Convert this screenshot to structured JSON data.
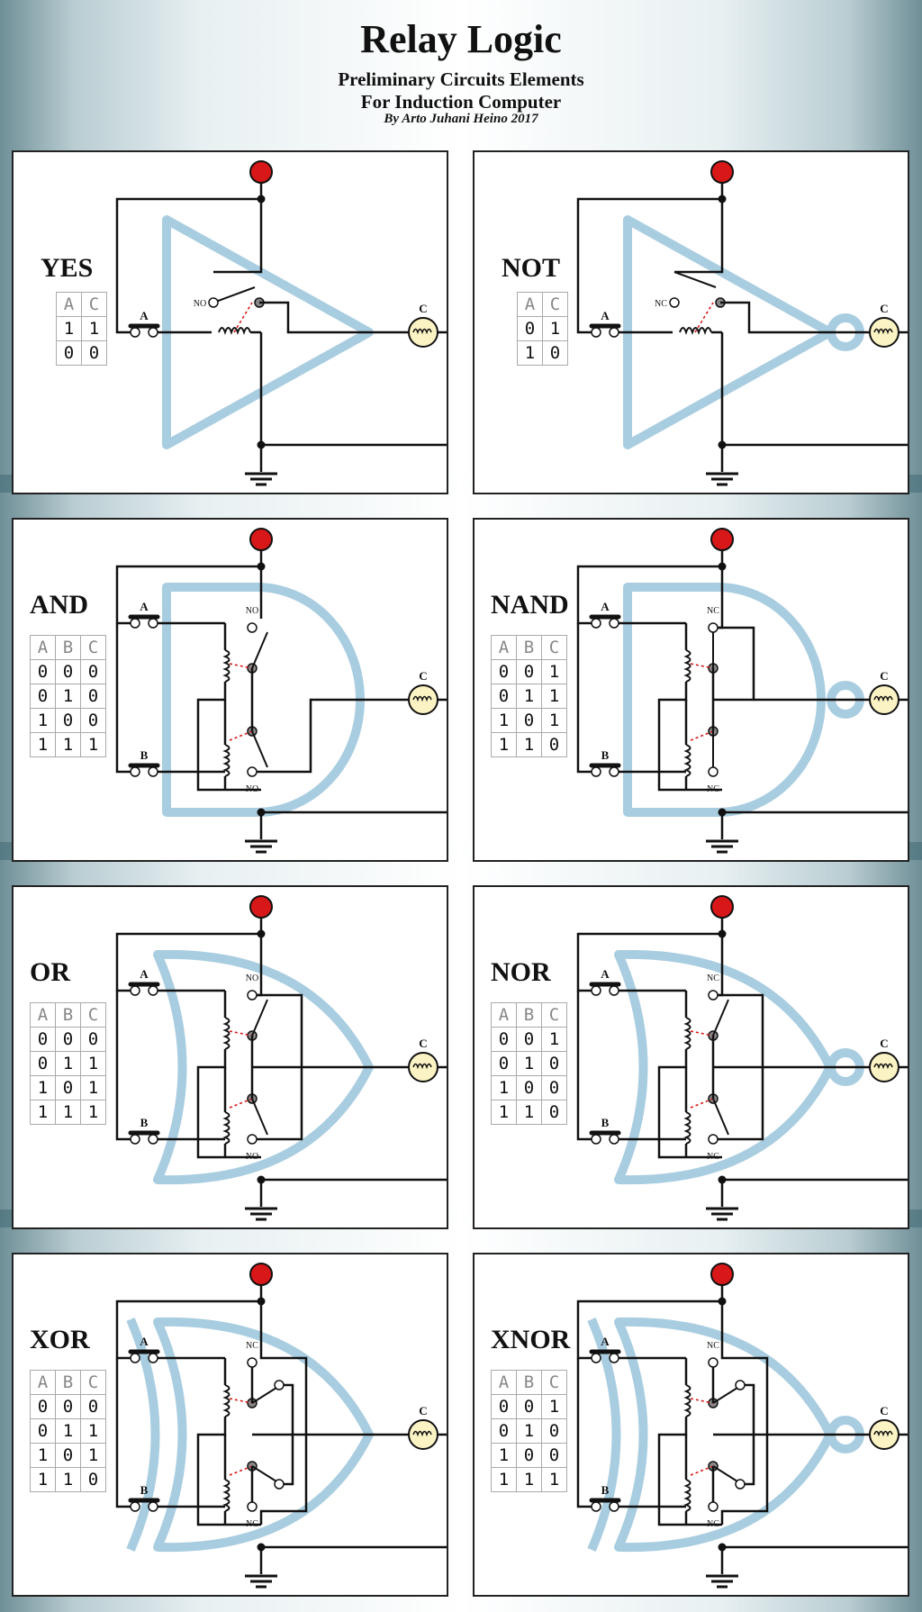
{
  "header": {
    "title": "Relay Logic",
    "subtitle1": "Preliminary Circuits Elements",
    "subtitle2": "For Induction Computer",
    "author": "By Arto Juhani Heino 2017"
  },
  "gates": [
    {
      "name": "YES",
      "type": "buffer",
      "contact": "NO",
      "inputs": [
        "A"
      ],
      "cols": [
        "A",
        "C"
      ],
      "rows": [
        [
          "1",
          "1"
        ],
        [
          "0",
          "0"
        ]
      ]
    },
    {
      "name": "NOT",
      "type": "not",
      "contact": "NC",
      "inputs": [
        "A"
      ],
      "cols": [
        "A",
        "C"
      ],
      "rows": [
        [
          "0",
          "1"
        ],
        [
          "1",
          "0"
        ]
      ]
    },
    {
      "name": "AND",
      "type": "and",
      "contact": "NO",
      "inputs": [
        "A",
        "B"
      ],
      "cols": [
        "A",
        "B",
        "C"
      ],
      "rows": [
        [
          "0",
          "0",
          "0"
        ],
        [
          "0",
          "1",
          "0"
        ],
        [
          "1",
          "0",
          "0"
        ],
        [
          "1",
          "1",
          "1"
        ]
      ]
    },
    {
      "name": "NAND",
      "type": "nand",
      "contact": "NC",
      "inputs": [
        "A",
        "B"
      ],
      "cols": [
        "A",
        "B",
        "C"
      ],
      "rows": [
        [
          "0",
          "0",
          "1"
        ],
        [
          "0",
          "1",
          "1"
        ],
        [
          "1",
          "0",
          "1"
        ],
        [
          "1",
          "1",
          "0"
        ]
      ]
    },
    {
      "name": "OR",
      "type": "or",
      "contact": "NO",
      "inputs": [
        "A",
        "B"
      ],
      "cols": [
        "A",
        "B",
        "C"
      ],
      "rows": [
        [
          "0",
          "0",
          "0"
        ],
        [
          "0",
          "1",
          "1"
        ],
        [
          "1",
          "0",
          "1"
        ],
        [
          "1",
          "1",
          "1"
        ]
      ]
    },
    {
      "name": "NOR",
      "type": "nor",
      "contact": "NC",
      "inputs": [
        "A",
        "B"
      ],
      "cols": [
        "A",
        "B",
        "C"
      ],
      "rows": [
        [
          "0",
          "0",
          "1"
        ],
        [
          "0",
          "1",
          "0"
        ],
        [
          "1",
          "0",
          "0"
        ],
        [
          "1",
          "1",
          "0"
        ]
      ]
    },
    {
      "name": "XOR",
      "type": "xor",
      "contact": "NC",
      "inputs": [
        "A",
        "B"
      ],
      "cols": [
        "A",
        "B",
        "C"
      ],
      "rows": [
        [
          "0",
          "0",
          "0"
        ],
        [
          "0",
          "1",
          "1"
        ],
        [
          "1",
          "0",
          "1"
        ],
        [
          "1",
          "1",
          "0"
        ]
      ]
    },
    {
      "name": "XNOR",
      "type": "xnor",
      "contact": "NC",
      "inputs": [
        "A",
        "B"
      ],
      "cols": [
        "A",
        "B",
        "C"
      ],
      "rows": [
        [
          "0",
          "0",
          "1"
        ],
        [
          "0",
          "1",
          "0"
        ],
        [
          "1",
          "0",
          "0"
        ],
        [
          "1",
          "1",
          "1"
        ]
      ]
    }
  ],
  "output_label": "C",
  "colors": {
    "gate_shape": "#a9cde0",
    "wire": "#111111",
    "power": "#d81818",
    "lamp": "#fbf3c4",
    "link": "#d81818"
  }
}
